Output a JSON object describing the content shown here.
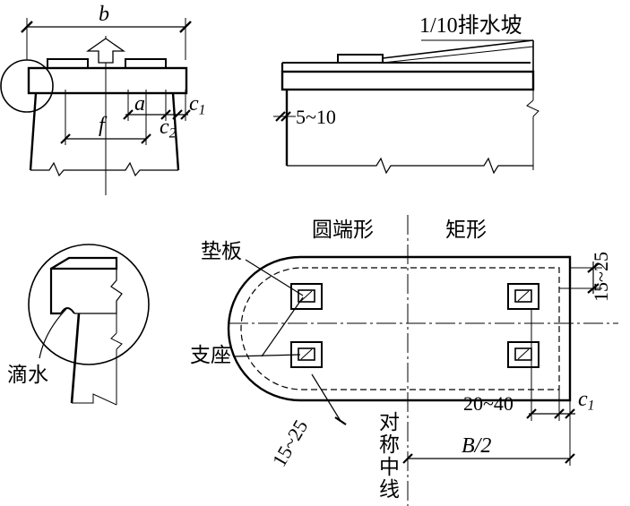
{
  "top_left": {
    "b": "b",
    "f": "f",
    "a": "a",
    "c": "c",
    "sub1": "1",
    "sub2": "2"
  },
  "top_right": {
    "slope": "1/10排水坡",
    "gap": "5~10"
  },
  "plan": {
    "round_end": "圆端形",
    "rect": "矩形",
    "pad": "垫板",
    "bearing": "支座",
    "dim_right": "15~25",
    "dim_left": "15~25",
    "dim_20_40": "20~40",
    "c": "c",
    "c_sub": "1",
    "axis": "对称中线",
    "half_b": "B/2"
  },
  "detail": {
    "drip": "滴水"
  }
}
